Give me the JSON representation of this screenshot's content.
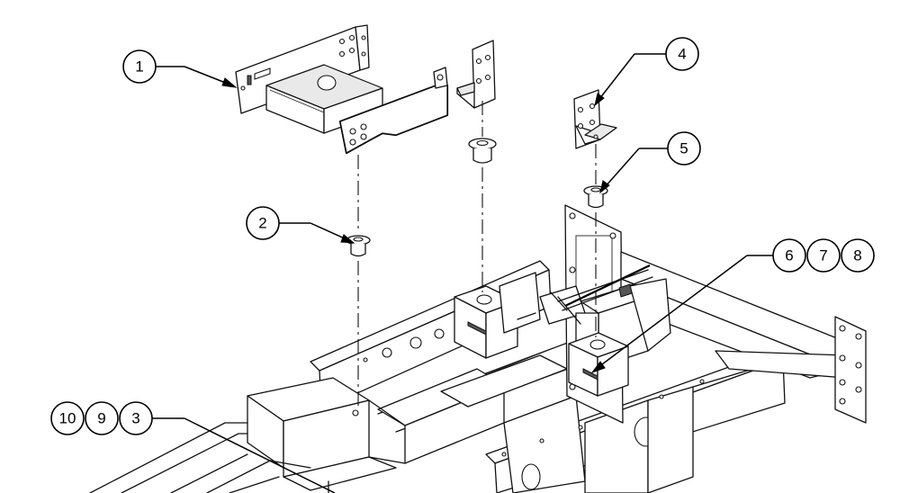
{
  "callouts": {
    "c1": "1",
    "c2": "2",
    "c3": "3",
    "c4": "4",
    "c5": "5",
    "c6": "6",
    "c7": "7",
    "c8": "8",
    "c9": "9",
    "c10": "10"
  },
  "colors": {
    "line": "#111111",
    "background": "#ffffff",
    "shade": "#e9e9e9"
  }
}
